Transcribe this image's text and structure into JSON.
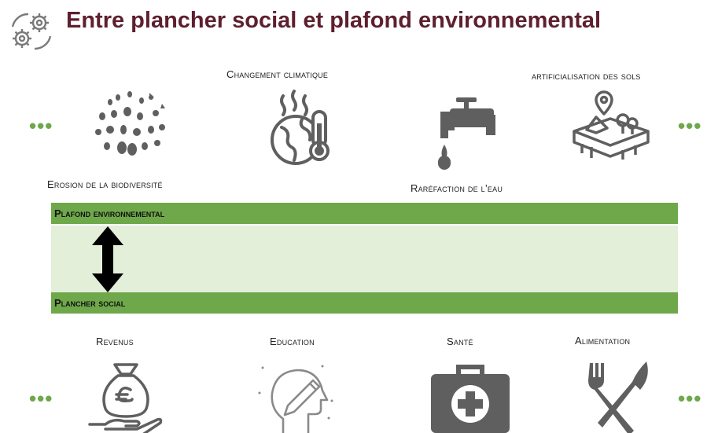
{
  "title": "Entre plancher social et plafond environnemental",
  "icons": {
    "header": "gears-icon",
    "biodiversity": "animal-footprints-icon",
    "climate": "earth-thermometer-icon",
    "water": "dripping-faucet-icon",
    "soil": "land-location-pin-icon",
    "income": "money-bag-hand-icon",
    "education": "head-pencil-icon",
    "health": "first-aid-kit-icon",
    "food": "fork-knife-icon",
    "range": "double-arrow-icon"
  },
  "environment": {
    "changement": "Changement climatique",
    "artificialisation": "artificialisation des sols",
    "erosion": "Erosion de la biodiversité",
    "eau": "Raréfaction de l’eau"
  },
  "bands": {
    "plafond": "Plafond environnemental",
    "plancher": "Plancher social"
  },
  "social": {
    "revenus": "Revenus",
    "education": "Education",
    "sante": "Santé",
    "alimentation": "Alimentation"
  },
  "more": "•••",
  "colors": {
    "title": "#5e1f2f",
    "green": "#6ea84a",
    "light_green": "#e3efd9",
    "icon_grey": "#5f5f5f"
  }
}
